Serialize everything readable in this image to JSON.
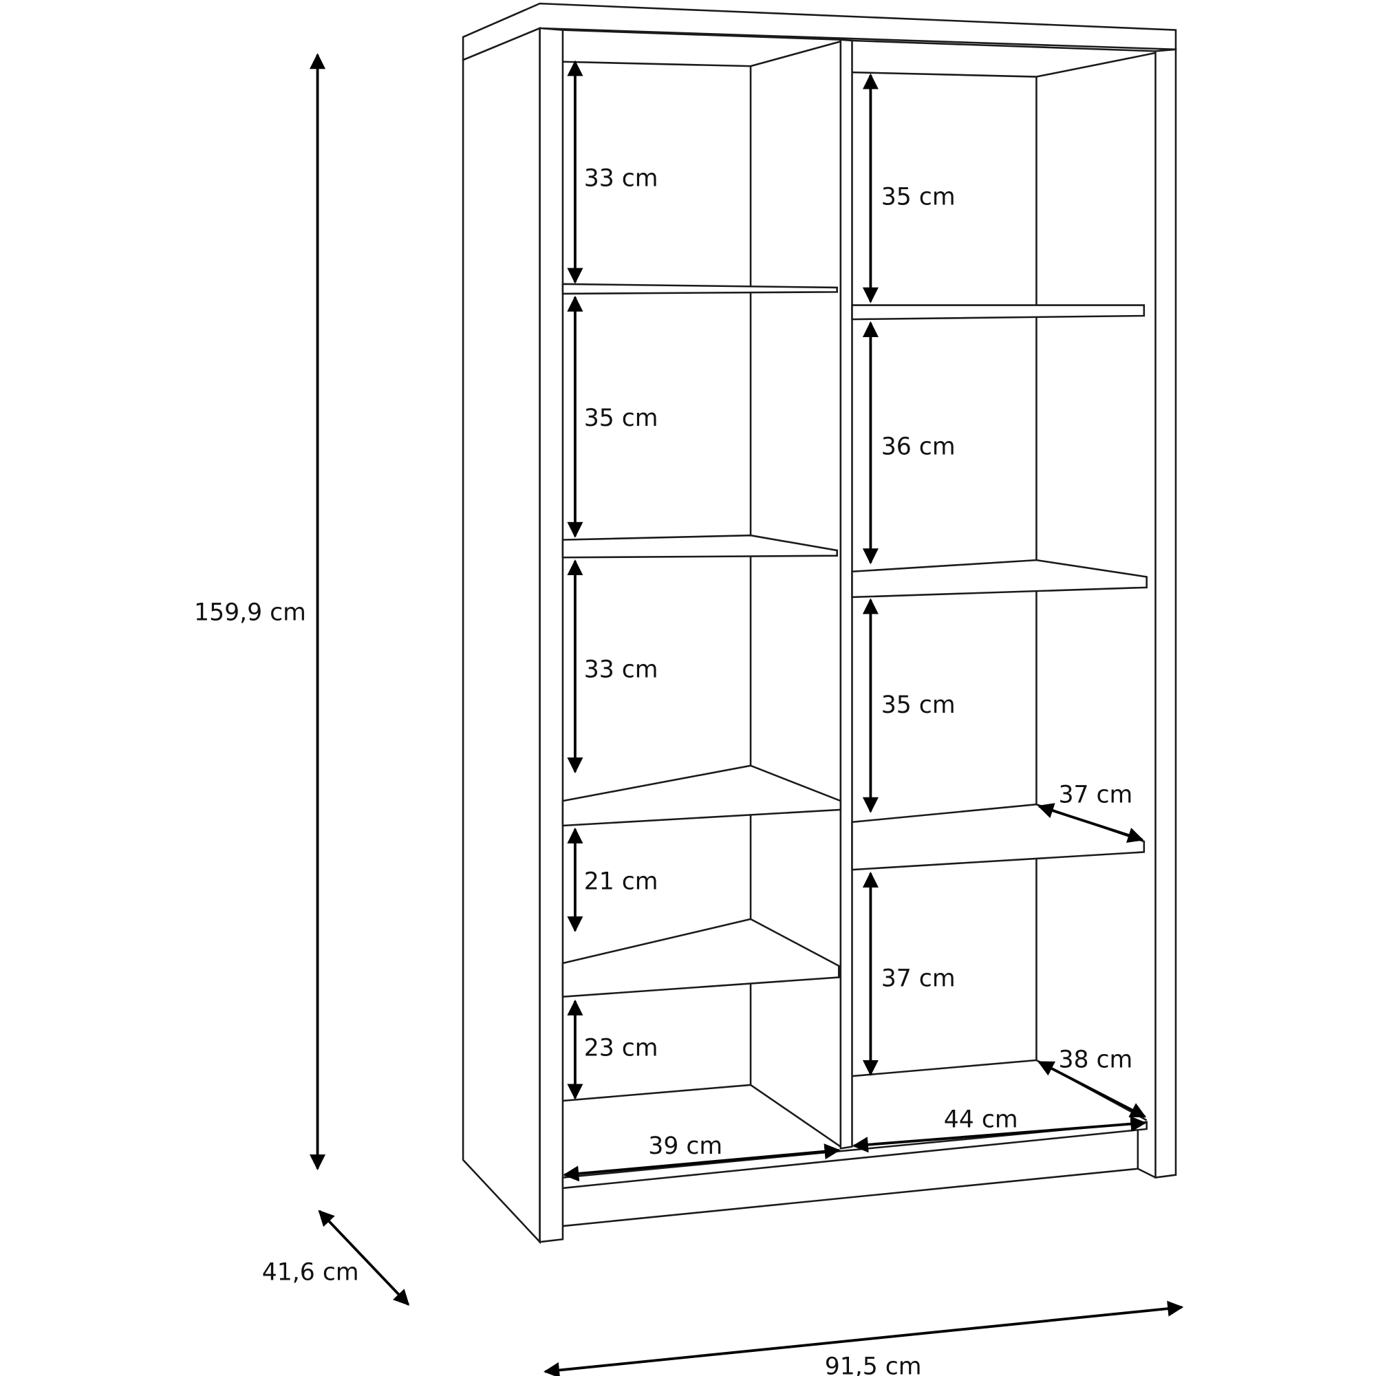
{
  "title": "Shelf unit dimensions",
  "overall": {
    "height": "159,9 cm",
    "depth": "41,6 cm",
    "width": "91,5 cm"
  },
  "left_column": {
    "compartments": [
      "33 cm",
      "35 cm",
      "33 cm",
      "21 cm",
      "23 cm"
    ],
    "inner_width": "39 cm"
  },
  "right_column": {
    "compartments": [
      "35 cm",
      "36 cm",
      "35 cm",
      "37 cm"
    ],
    "shelf_depth": "37 cm",
    "bottom_depth": "38 cm",
    "inner_width": "44 cm"
  }
}
